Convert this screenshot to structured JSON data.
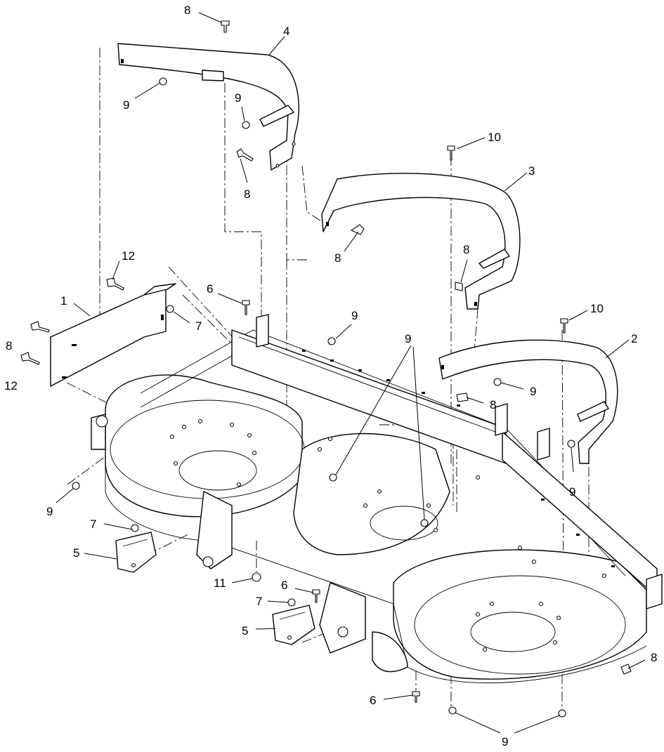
{
  "callouts": {
    "c1": "1",
    "c2": "2",
    "c3": "3",
    "c4": "4",
    "c5a": "5",
    "c5b": "5",
    "c6a": "6",
    "c6b": "6",
    "c6c": "6",
    "c7a": "7",
    "c7b": "7",
    "c7c": "7",
    "c8a": "8",
    "c8b": "8",
    "c8c": "8",
    "c8d": "8",
    "c8e": "8",
    "c8f": "8",
    "c8g": "8",
    "c9a": "9",
    "c9b": "9",
    "c9c": "9",
    "c9d": "9",
    "c9e": "9",
    "c9f": "9",
    "c9g": "9",
    "c10a": "10",
    "c10b": "10",
    "c11": "11",
    "c12a": "12",
    "c12b": "12"
  }
}
